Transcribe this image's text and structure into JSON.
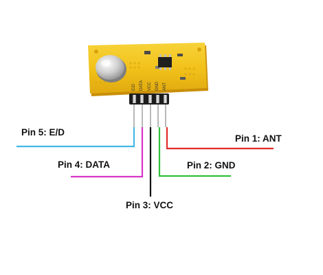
{
  "pins": [
    {
      "id": "pin1",
      "label": "Pin 1: ANT",
      "wire_color": "#e32b2b"
    },
    {
      "id": "pin2",
      "label": "Pin 2: GND",
      "wire_color": "#2fc13a"
    },
    {
      "id": "pin3",
      "label": "Pin 3: VCC",
      "wire_color": "#111111"
    },
    {
      "id": "pin4",
      "label": "Pin 4: DATA",
      "wire_color": "#d933c9"
    },
    {
      "id": "pin5",
      "label": "Pin 5: E/D",
      "wire_color": "#41b7e6"
    }
  ],
  "module": {
    "board_color": "#f2c21a",
    "silkscreen": [
      "E/D",
      "DATA",
      "VCC",
      "GND",
      "ANT"
    ]
  }
}
